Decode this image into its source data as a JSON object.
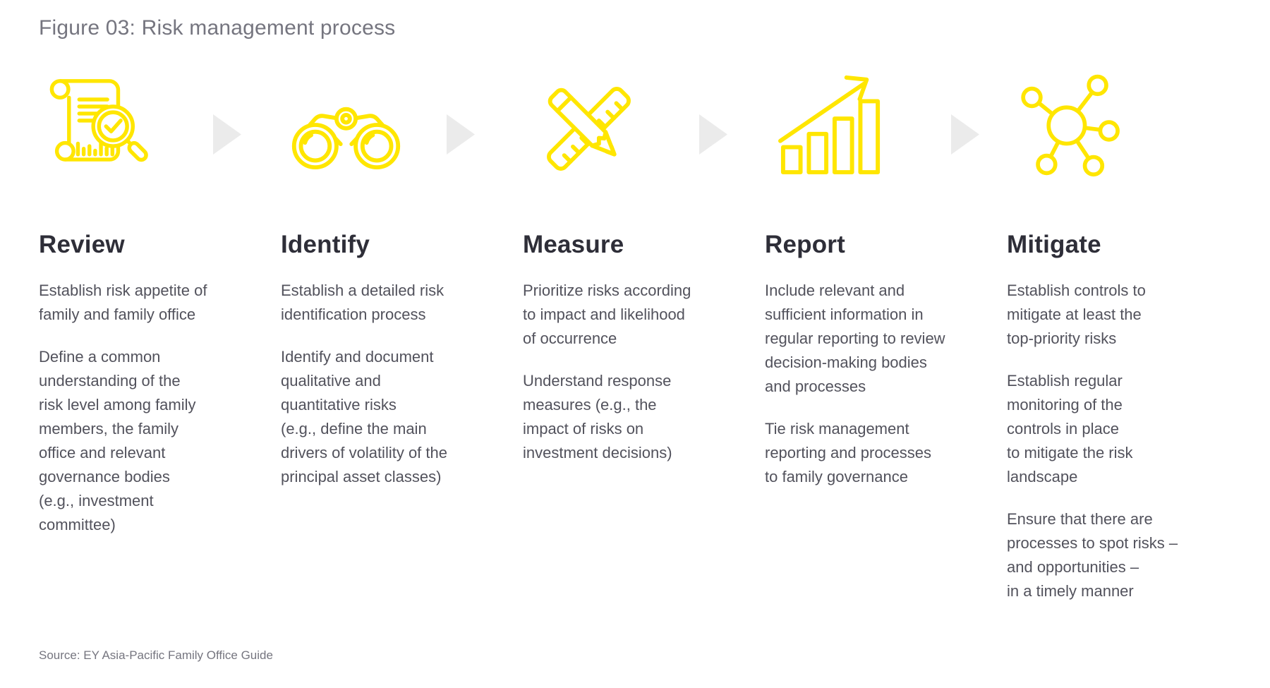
{
  "figure": {
    "title": "Figure 03: Risk management process",
    "source": "Source: EY Asia-Pacific Family Office Guide"
  },
  "colors": {
    "accent_yellow": "#FFE600",
    "heading_text": "#2E2E38",
    "body_text": "#52525C",
    "muted_text": "#75757F",
    "arrow_gray": "#EBEBEB"
  },
  "steps": [
    {
      "label": "Review",
      "icon": "document-magnifier-icon",
      "paragraphs": [
        "Establish risk appetite of\nfamily and family office",
        "Define a common\nunderstanding of the\nrisk level among family\nmembers, the family\noffice and relevant\ngovernance bodies\n(e.g., investment\ncommittee)"
      ]
    },
    {
      "label": "Identify",
      "icon": "binoculars-icon",
      "paragraphs": [
        "Establish a detailed risk\nidentification process",
        "Identify and document\nqualitative and\nquantitative risks\n(e.g., define the main\ndrivers of volatility of the\nprincipal asset classes)"
      ]
    },
    {
      "label": "Measure",
      "icon": "pencil-ruler-icon",
      "paragraphs": [
        "Prioritize risks according\nto impact and likelihood\nof occurrence",
        "Understand response\nmeasures (e.g., the\nimpact of risks on\ninvestment decisions)"
      ]
    },
    {
      "label": "Report",
      "icon": "growth-chart-icon",
      "paragraphs": [
        "Include relevant and\nsufficient information in\nregular reporting to review\ndecision-making bodies\nand processes",
        "Tie risk management\nreporting and processes\nto family governance"
      ]
    },
    {
      "label": "Mitigate",
      "icon": "network-icon",
      "paragraphs": [
        "Establish controls to\nmitigate at least the\ntop-priority risks",
        "Establish regular\nmonitoring of the\ncontrols in place\nto mitigate the risk\nlandscape",
        "Ensure that there are\nprocesses to spot risks –\nand opportunities –\nin a timely manner"
      ]
    }
  ]
}
